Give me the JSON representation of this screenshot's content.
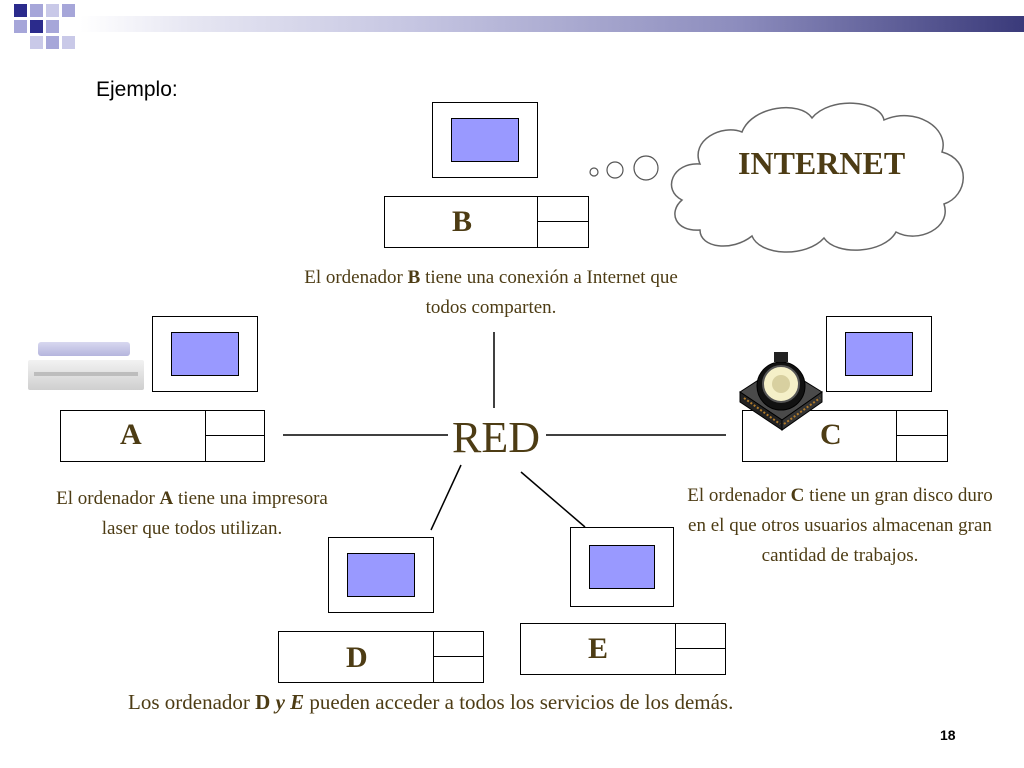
{
  "slide": {
    "heading": "Ejemplo:",
    "page_number": "18"
  },
  "network": {
    "center_label": "RED",
    "internet_label": "INTERNET"
  },
  "computers": {
    "a": {
      "letter": "A"
    },
    "b": {
      "letter": "B"
    },
    "c": {
      "letter": "C"
    },
    "d": {
      "letter": "D"
    },
    "e": {
      "letter": "E"
    }
  },
  "descriptions": {
    "b": {
      "pre": "El ordenador ",
      "bold": "B",
      "post": " tiene una conexión a Internet que todos comparten."
    },
    "a": {
      "pre": "El ordenador ",
      "bold": "A",
      "post": " tiene una impresora laser que todos utilizan."
    },
    "c": {
      "pre": "El ordenador ",
      "bold": "C",
      "post": " tiene un gran disco duro en el que otros usuarios almacenan gran cantidad de trabajos."
    },
    "footer": {
      "pre": "Los ordenador ",
      "bold1": "D",
      "mid": " y ",
      "bold2": "E",
      "post": " pueden acceder a todos los servicios de los demás."
    }
  },
  "colors": {
    "text": "#4d3c14",
    "screen": "#9999ff",
    "accent_dark": "#2b2b8c",
    "accent_light": "#a6a6d9"
  },
  "icons": [
    "printer-icon",
    "hard-disk-icon",
    "cloud-icon"
  ]
}
